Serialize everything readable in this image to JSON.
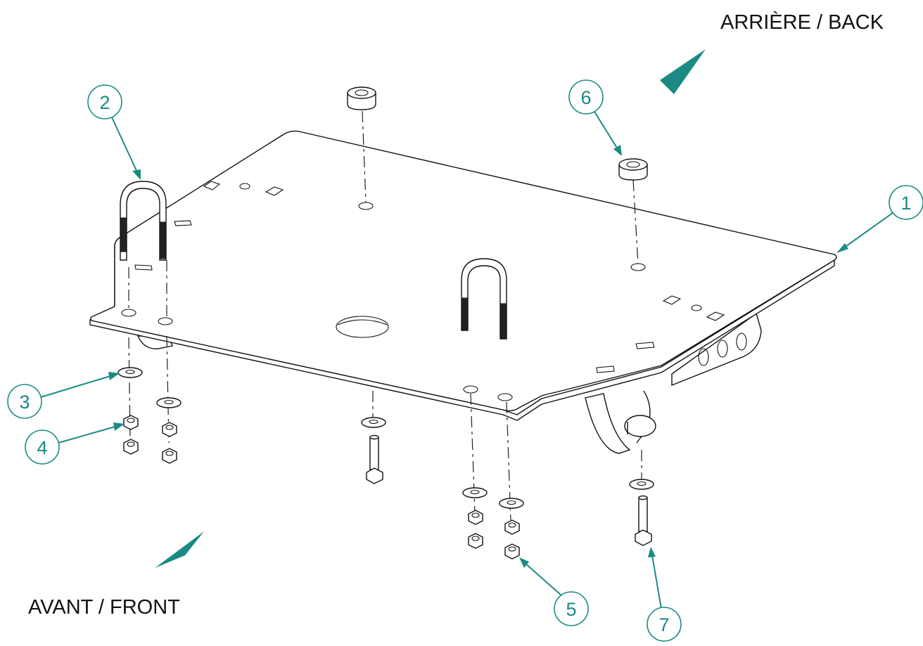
{
  "directions": {
    "back": "ARRIÈRE / BACK",
    "front": "AVANT / FRONT"
  },
  "balloons": [
    {
      "id": "1",
      "name": "balloon-1"
    },
    {
      "id": "2",
      "name": "balloon-2"
    },
    {
      "id": "3",
      "name": "balloon-3"
    },
    {
      "id": "4",
      "name": "balloon-4"
    },
    {
      "id": "5",
      "name": "balloon-5"
    },
    {
      "id": "6",
      "name": "balloon-6"
    },
    {
      "id": "7",
      "name": "balloon-7"
    }
  ],
  "colors": {
    "accent": "#1b8a85",
    "line": "#111111"
  }
}
